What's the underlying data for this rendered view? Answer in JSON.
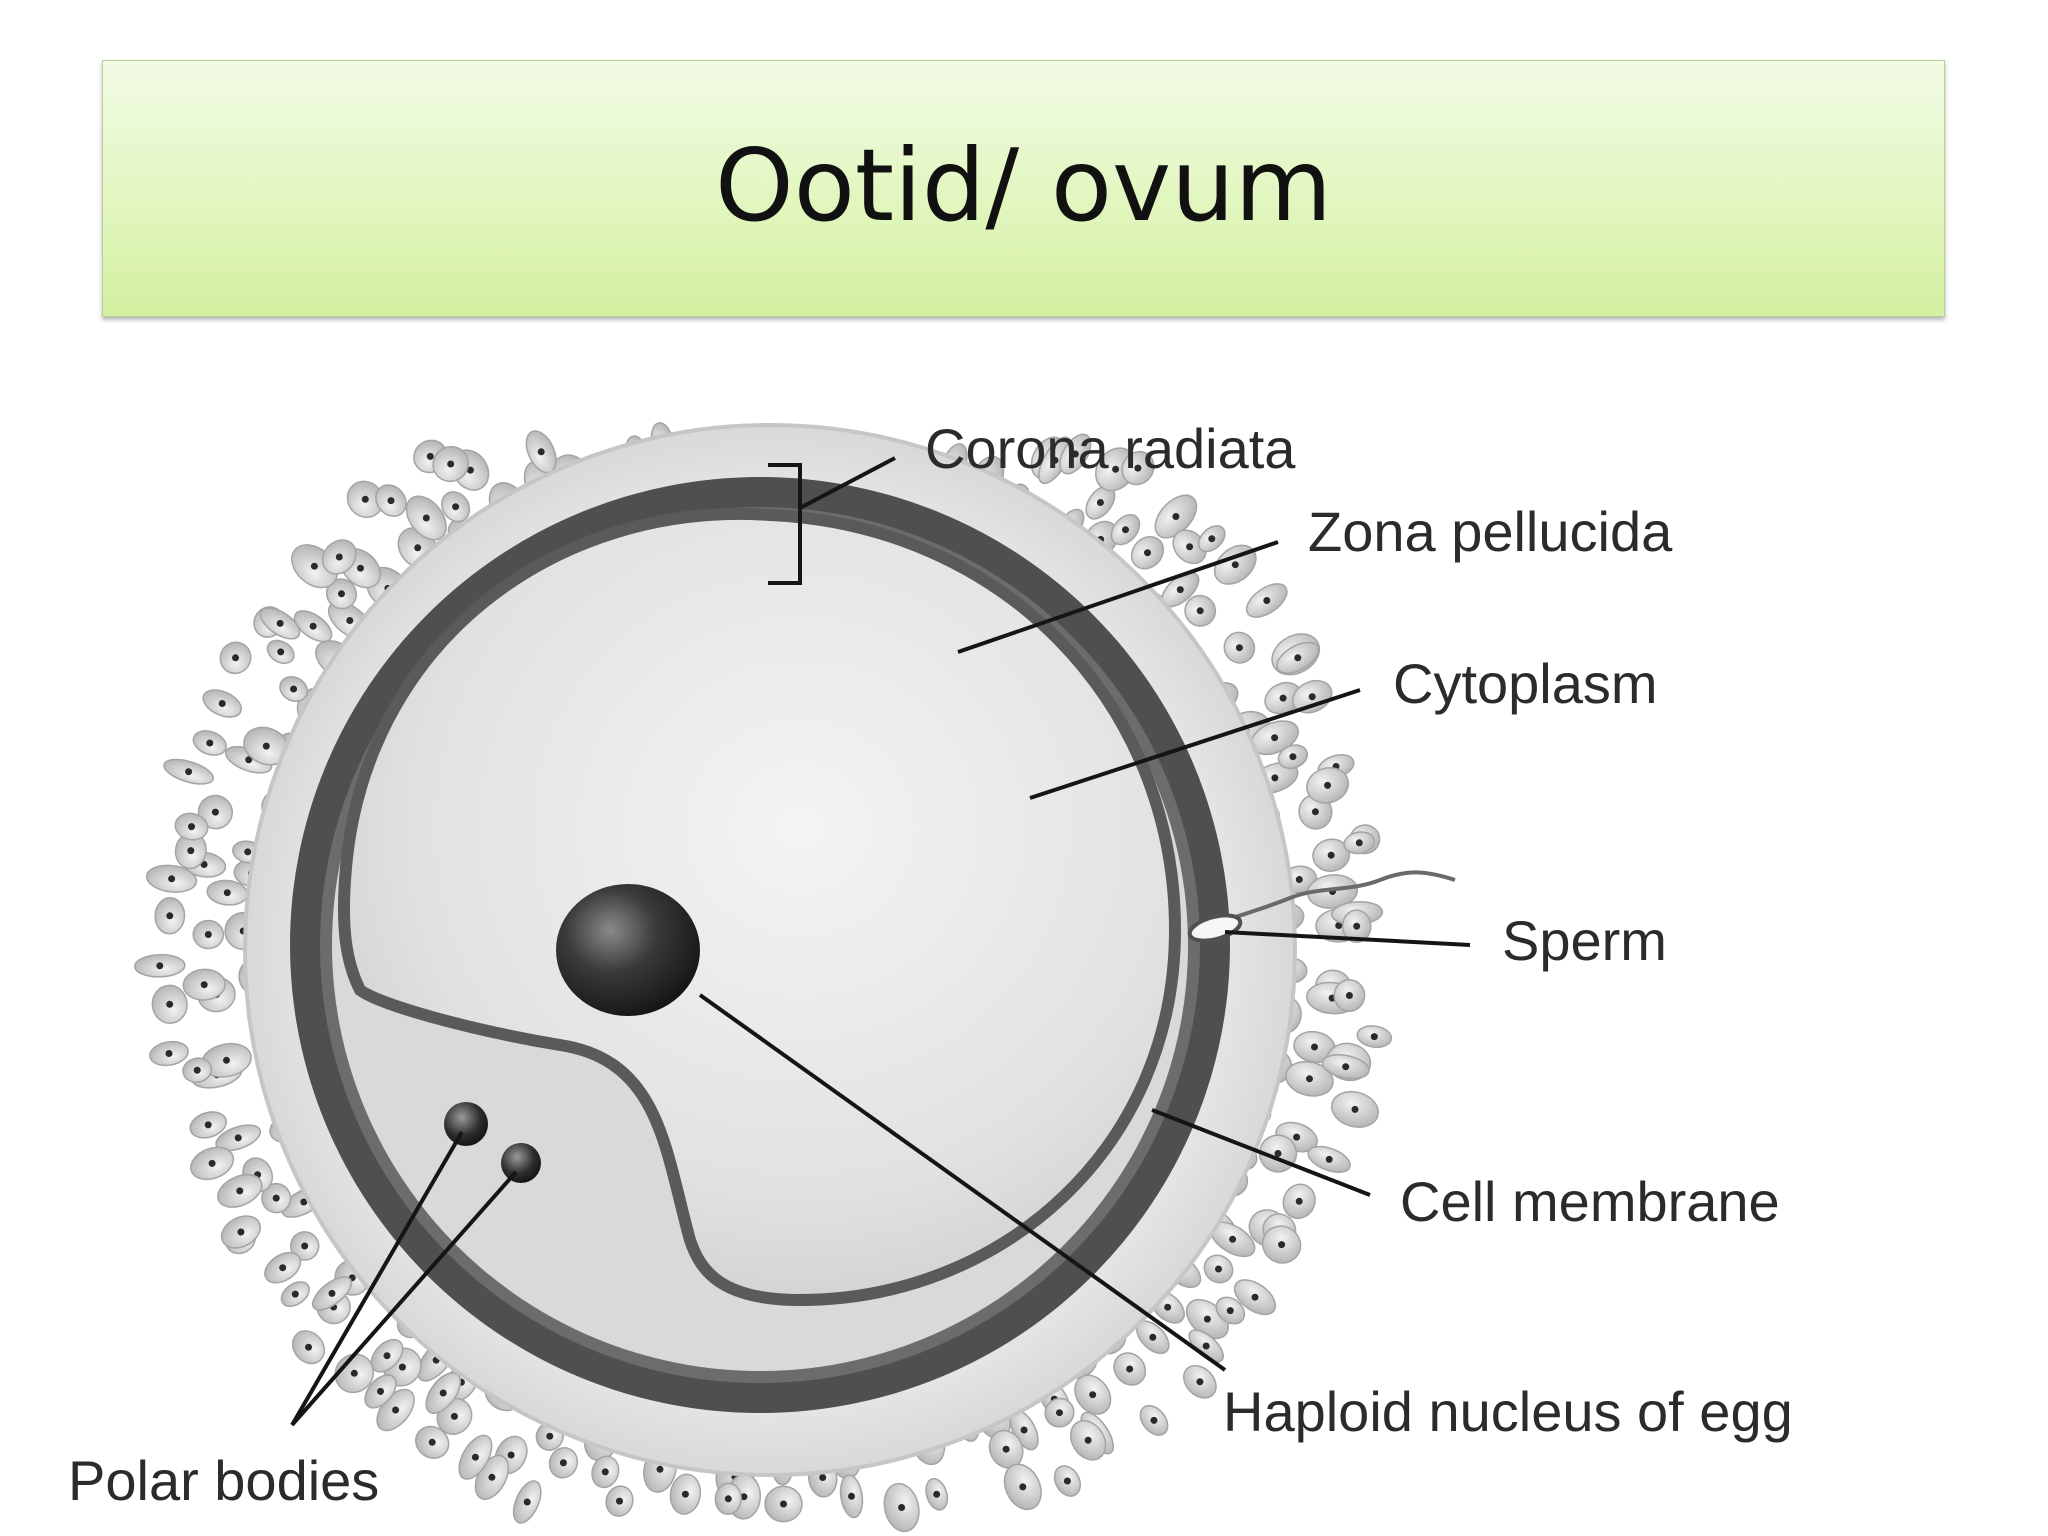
{
  "title": "Ootid/ ovum",
  "labels": {
    "corona_radiata": "Corona radiata",
    "zona_pellucida": "Zona pellucida",
    "cytoplasm": "Cytoplasm",
    "sperm": "Sperm",
    "cell_membrane": "Cell membrane",
    "haploid_nucleus": "Haploid nucleus of egg",
    "polar_bodies": "Polar bodies"
  },
  "colors": {
    "title_gradient_top": "#f2fbe6",
    "title_gradient_bottom": "#d4f0a0",
    "zona_ring": "#4a4a4a",
    "cytoplasm": "#e4e4e4",
    "corona_cells": "#cfcfcf"
  }
}
